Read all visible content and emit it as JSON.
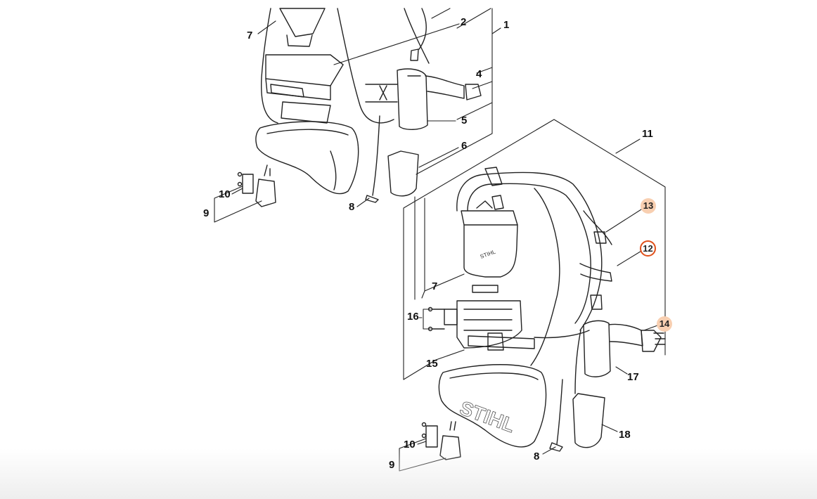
{
  "callouts": {
    "upper": {
      "c1": "1",
      "c2": "2",
      "c4": "4",
      "c5": "5",
      "c6": "6",
      "c7": "7",
      "c8": "8",
      "c9": "9",
      "c10": "10"
    },
    "lower": {
      "c7": "7",
      "c8": "8",
      "c9": "9",
      "c10": "10",
      "c11": "11",
      "c12": "12",
      "c13": "13",
      "c14": "14",
      "c15": "15",
      "c16": "16",
      "c17": "17",
      "c18": "18"
    }
  },
  "brand_text": "STIHL",
  "colors": {
    "highlight": "#f8cfb1",
    "selected_ring": "#e0501a",
    "line": "#222222",
    "background": "#ffffff"
  },
  "selected_part": "12",
  "highlighted_parts": [
    "13",
    "14"
  ]
}
